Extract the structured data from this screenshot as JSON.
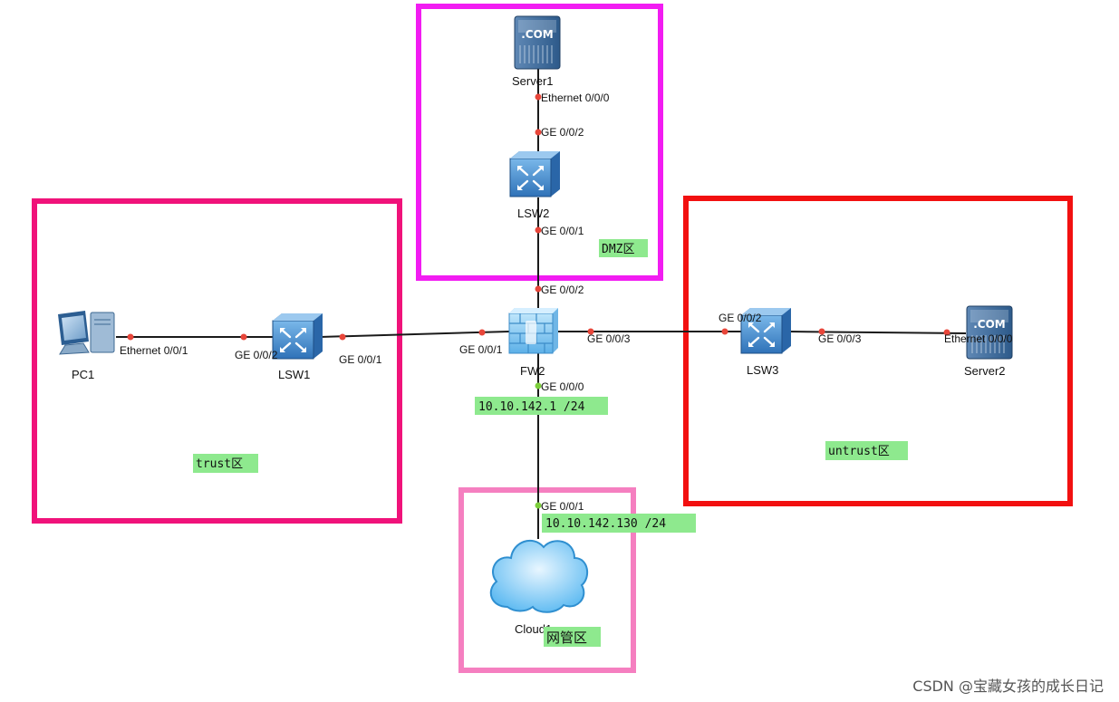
{
  "colors": {
    "trust_zone": "#f0127a",
    "dmz_zone": "#f21cf2",
    "untrust_zone": "#f21010",
    "mgmt_zone": "#f57fc0",
    "label_bg": "#8ee98e",
    "port_dot": "#e8463a",
    "port_dot_mgmt": "#7ccf3c",
    "link": "#1a1a1a"
  },
  "zones": {
    "trust": "trust区",
    "dmz": "DMZ区",
    "untrust": "untrust区",
    "mgmt": "网管区"
  },
  "devices": {
    "server1": {
      "name": "Server1",
      "icon": "server-com-icon",
      "badge": ".COM"
    },
    "lsw2": {
      "name": "LSW2",
      "icon": "switch-icon"
    },
    "pc1": {
      "name": "PC1",
      "icon": "pc-icon"
    },
    "lsw1": {
      "name": "LSW1",
      "icon": "switch-icon"
    },
    "fw2": {
      "name": "FW2",
      "icon": "firewall-icon"
    },
    "lsw3": {
      "name": "LSW3",
      "icon": "switch-icon"
    },
    "server2": {
      "name": "Server2",
      "icon": "server-com-icon",
      "badge": ".COM"
    },
    "cloud1": {
      "name": "Cloud1",
      "icon": "cloud-icon"
    }
  },
  "ports": {
    "server1_eth": "Ethernet 0/0/0",
    "lsw2_up": "GE 0/0/2",
    "lsw2_down": "GE 0/0/1",
    "fw2_top": "GE 0/0/2",
    "pc1_eth": "Ethernet 0/0/1",
    "lsw1_left": "GE 0/0/2",
    "lsw1_right": "GE 0/0/1",
    "fw2_left": "GE 0/0/1",
    "fw2_right": "GE 0/0/3",
    "lsw3_left": "GE 0/0/2",
    "lsw3_right": "GE 0/0/3",
    "server2_eth": "Ethernet 0/0/0",
    "fw2_bottom": "GE 0/0/0",
    "cloud1_port": "GE 0/0/1"
  },
  "ip": {
    "fw2_mgmt": "10.10.142.1 /24",
    "cloud1": "10.10.142.130 /24"
  },
  "watermark": "CSDN @宝藏女孩的成长日记"
}
